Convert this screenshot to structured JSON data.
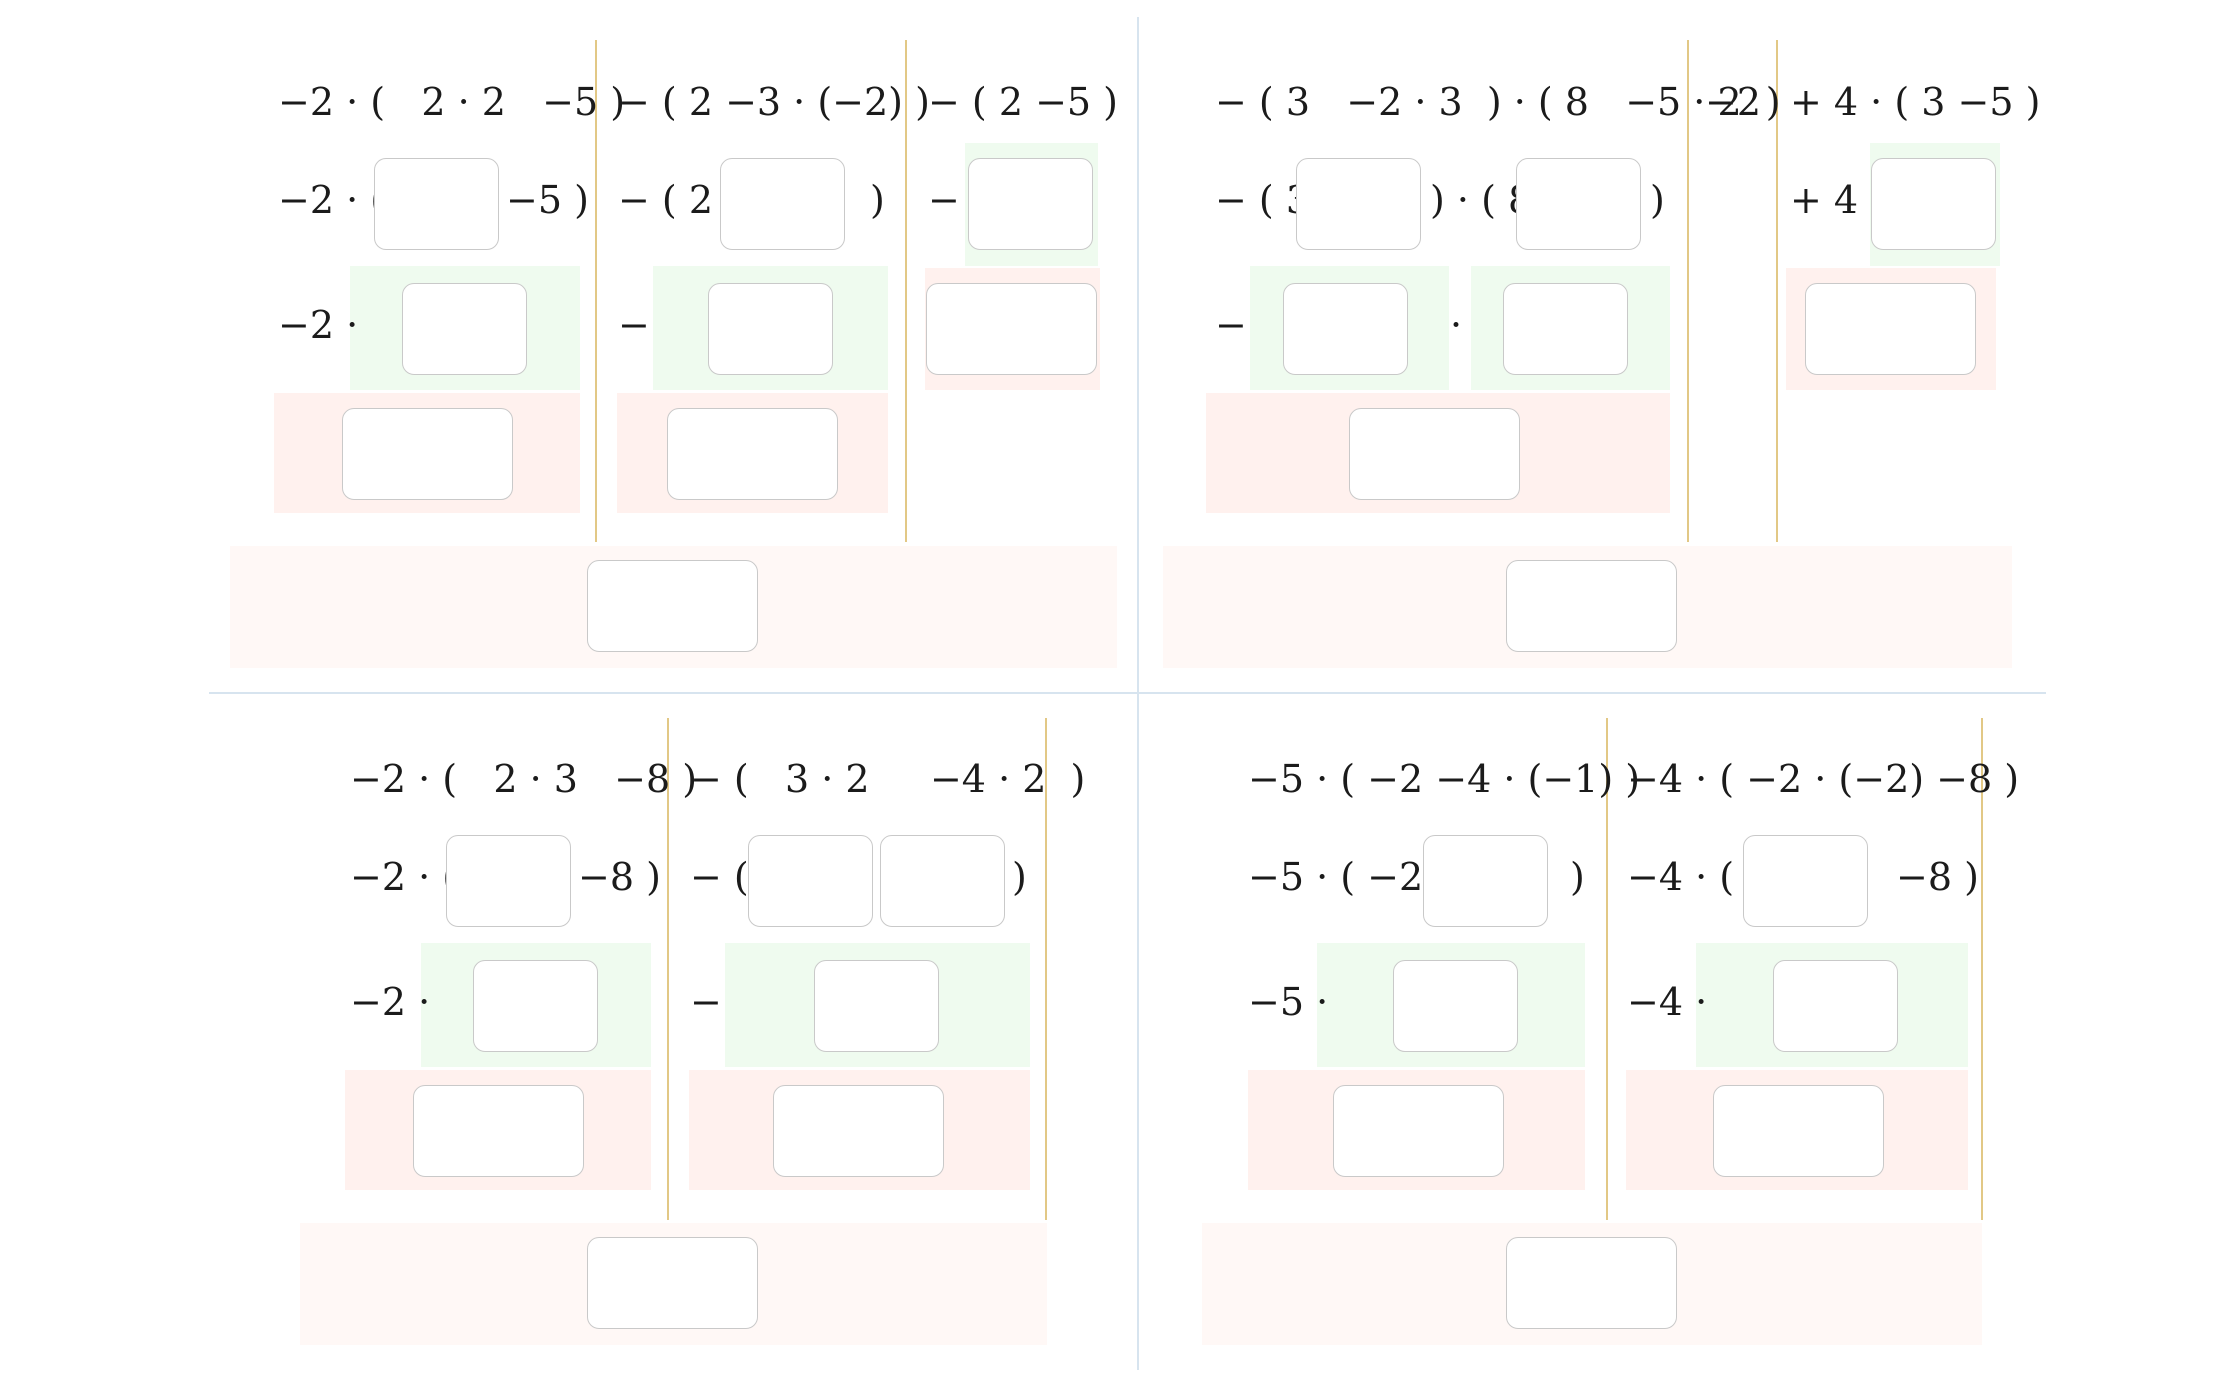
{
  "q1": {
    "c1": {
      "r1": "−2 · (   2 · 2   −5 )",
      "r2a": "−2 · (",
      "r2b": "−5 )",
      "r3": "−2 ·"
    },
    "c2": {
      "r1": "− ( 2 −3 · (−2) )",
      "r2a": "− ( 2",
      "r2b": ")",
      "r3": "−"
    },
    "c3": {
      "r1": "− ( 2 −5 )",
      "r2": "−"
    }
  },
  "q2": {
    "c1": {
      "r1": "− ( 3   −2 · 3  ) · ( 8   −5 · 2  )",
      "r2a": "− ( 3",
      "r2b": ") · ( 8",
      "r2c": ")",
      "r3a": "−",
      "r3b": "·"
    },
    "c2": {
      "r1": "−2"
    },
    "c3": {
      "r1": "+ 4 · ( 3 −5 )",
      "r2": "+ 4 ·"
    }
  },
  "q3": {
    "c1": {
      "r1": "−2 · (   2 · 3   −8 )",
      "r2a": "−2 · (",
      "r2b": "−8 )",
      "r3": "−2 ·"
    },
    "c2": {
      "r1": "− (   3 · 2     −4 · 2  )",
      "r2a": "− (",
      "r2b": ")",
      "r3": "−"
    }
  },
  "q4": {
    "c1": {
      "r1": "−5 · ( −2 −4 · (−1) )",
      "r2a": "−5 · ( −2",
      "r2b": ")",
      "r3": "−5 ·"
    },
    "c2": {
      "r1": "−4 · ( −2 · (−2) −8 )",
      "r2a": "−4 · (",
      "r2b": "−8 )",
      "r3": "−4 ·"
    }
  }
}
